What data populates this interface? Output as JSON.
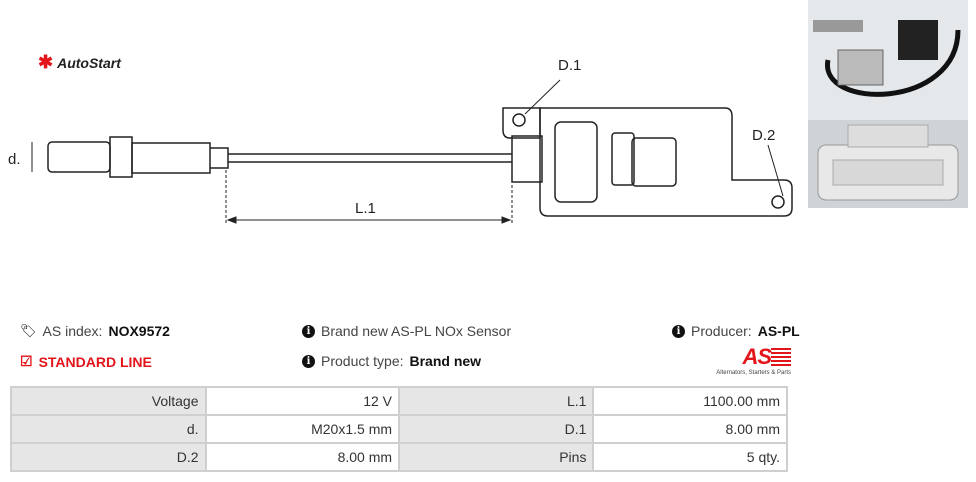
{
  "brand": {
    "name": "AutoStart"
  },
  "diagram": {
    "labels": {
      "d": "d.",
      "l1": "L.1",
      "d1": "D.1",
      "d2": "D.2"
    }
  },
  "info": {
    "as_index_label": "AS index:",
    "as_index_value": "NOX9572",
    "line": "STANDARD LINE",
    "description": "Brand new AS-PL NOx Sensor",
    "product_type_label": "Product type:",
    "product_type_value": "Brand new",
    "producer_label": "Producer:",
    "producer_value": "AS-PL",
    "producer_logo_text": "AS",
    "producer_tagline": "Alternators, Starters & Parts"
  },
  "specs": [
    {
      "label": "Voltage",
      "value": "12 V",
      "label2": "L.1",
      "value2": "1100.00 mm"
    },
    {
      "label": "d.",
      "value": "M20x1.5 mm",
      "label2": "D.1",
      "value2": "8.00 mm"
    },
    {
      "label": "D.2",
      "value": "8.00 mm",
      "label2": "Pins",
      "value2": "5 qty."
    }
  ],
  "colors": {
    "accent": "#e3151b"
  }
}
